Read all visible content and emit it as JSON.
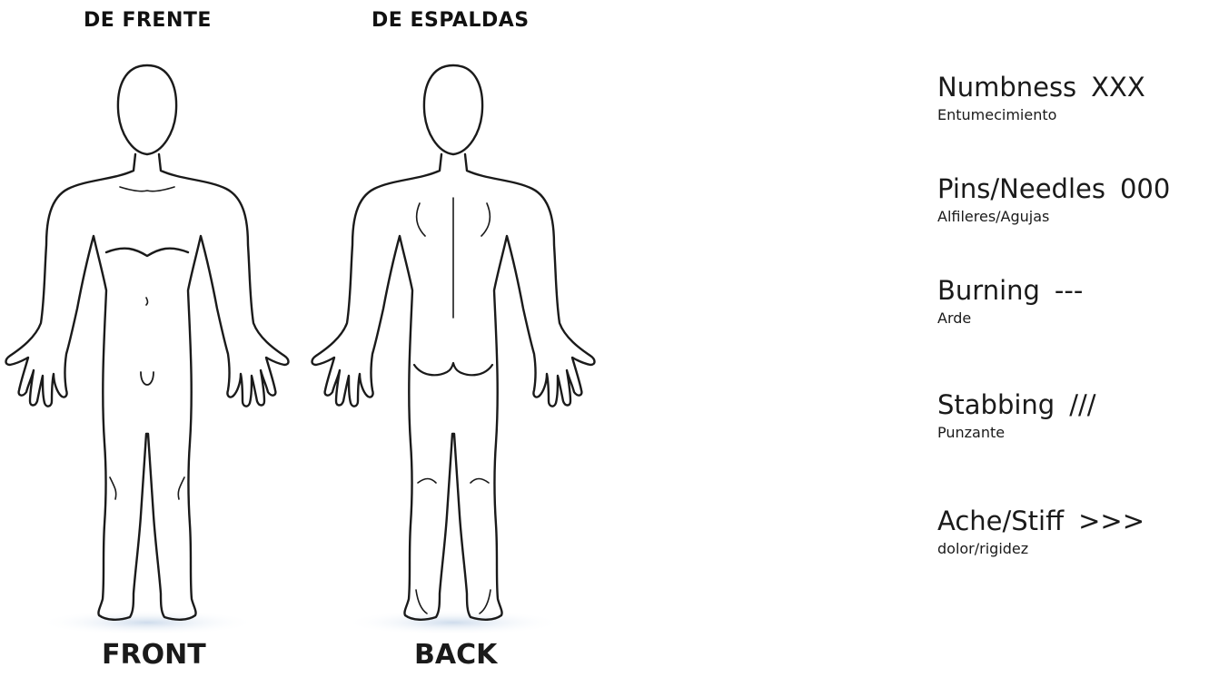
{
  "views": {
    "front": {
      "title": "DE FRENTE",
      "label": "FRONT"
    },
    "back": {
      "title": "DE ESPALDAS",
      "label": "BACK"
    }
  },
  "legend": [
    {
      "label": "Numbness",
      "symbol": "XXX",
      "translation": "Entumecimiento"
    },
    {
      "label": "Pins/Needles",
      "symbol": "000",
      "translation": "Alfileres/Agujas"
    },
    {
      "label": "Burning",
      "symbol": "---",
      "translation": "Arde"
    },
    {
      "label": "Stabbing",
      "symbol": "///",
      "translation": "Punzante"
    },
    {
      "label": "Ache/Stiff",
      "symbol": ">>>",
      "translation": "dolor/rigidez"
    }
  ],
  "colors": {
    "outline": "#1a1a1a",
    "shadow": "#dbe6f2"
  }
}
